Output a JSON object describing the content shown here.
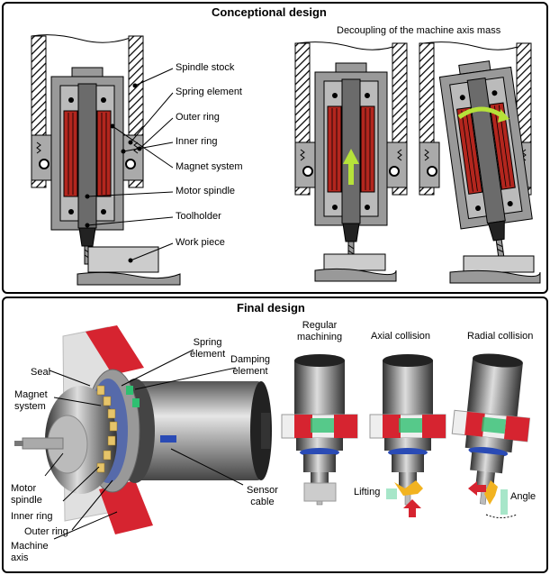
{
  "top_panel": {
    "title": "Conceptional design",
    "subtitle": "Decoupling of the machine axis mass",
    "labels": [
      "Spindle stock",
      "Spring element",
      "Outer ring",
      "Inner ring",
      "Magnet system",
      "Motor spindle",
      "Toolholder",
      "Work piece"
    ]
  },
  "bottom_panel": {
    "title": "Final design",
    "left_labels": {
      "spring": "Spring\nelement",
      "damping": "Damping\nelement",
      "seal": "Seal",
      "magnet": "Magnet\nsystem",
      "motor": "Motor\nspindle",
      "inner": "Inner ring",
      "outer": "Outer ring",
      "axis": "Machine\naxis",
      "sensor": "Sensor\ncable"
    },
    "scenarios": [
      "Regular\nmachining",
      "Axial collision",
      "Radial collision"
    ],
    "small_labels": {
      "lifting": "Lifting",
      "angle": "Angle"
    }
  },
  "colors": {
    "coil": "#b3261e",
    "arrow": "#b6e23a",
    "red": "#d62430",
    "green": "#2fbf71"
  }
}
